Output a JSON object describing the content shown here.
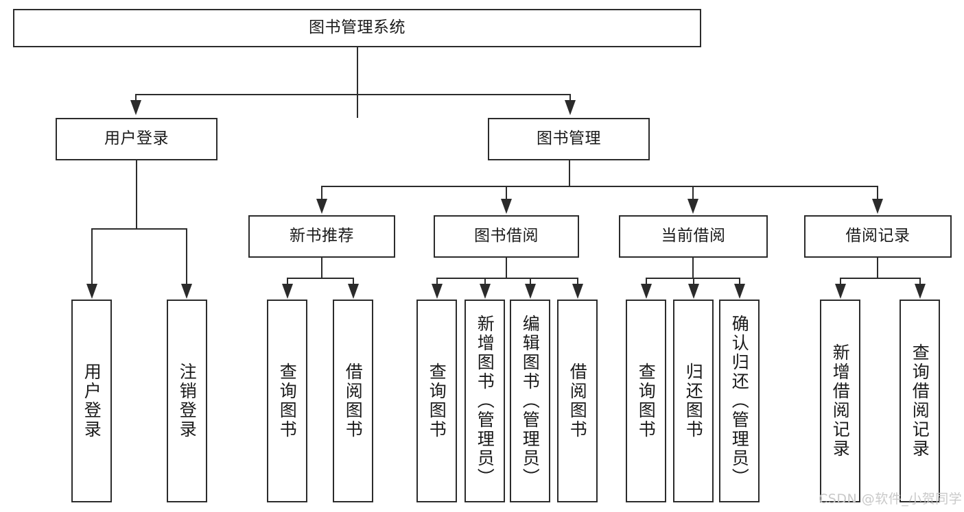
{
  "diagram": {
    "type": "tree-hierarchy-flowchart",
    "title": "图书管理系统",
    "root": {
      "label": "图书管理系统"
    },
    "level2": [
      {
        "id": "user-login",
        "label": "用户登录"
      },
      {
        "id": "book-management",
        "label": "图书管理"
      }
    ],
    "level3": [
      {
        "id": "new-book-recommend",
        "label": "新书推荐"
      },
      {
        "id": "book-borrow",
        "label": "图书借阅"
      },
      {
        "id": "current-borrow",
        "label": "当前借阅"
      },
      {
        "id": "borrow-record",
        "label": "借阅记录"
      }
    ],
    "leaves": [
      {
        "id": "leaf-user-login",
        "label": "用户登录",
        "parent": "user-login"
      },
      {
        "id": "leaf-logout-login",
        "label": "注销登录",
        "parent": "user-login"
      },
      {
        "id": "leaf-query-book-1",
        "label": "查询图书",
        "parent": "new-book-recommend"
      },
      {
        "id": "leaf-borrow-book-1",
        "label": "借阅图书",
        "parent": "new-book-recommend"
      },
      {
        "id": "leaf-query-book-2",
        "label": "查询图书",
        "parent": "book-borrow"
      },
      {
        "id": "leaf-add-book",
        "label": "新增图书（管理员）",
        "parent": "book-borrow"
      },
      {
        "id": "leaf-edit-book",
        "label": "编辑图书（管理员）",
        "parent": "book-borrow"
      },
      {
        "id": "leaf-borrow-book-2",
        "label": "借阅图书",
        "parent": "book-borrow"
      },
      {
        "id": "leaf-query-book-3",
        "label": "查询图书",
        "parent": "current-borrow"
      },
      {
        "id": "leaf-return-book",
        "label": "归还图书",
        "parent": "current-borrow"
      },
      {
        "id": "leaf-confirm-return",
        "label": "确认归还（管理员）",
        "parent": "current-borrow"
      },
      {
        "id": "leaf-add-record",
        "label": "新增借阅记录",
        "parent": "borrow-record"
      },
      {
        "id": "leaf-query-record",
        "label": "查询借阅记录",
        "parent": "borrow-record"
      }
    ],
    "watermark": "CSDN @软件_小贺同学",
    "colors": {
      "stroke": "#2b2b2b",
      "fill": "#ffffff",
      "text": "#1a1a1a",
      "watermark": "#c9c9c9"
    }
  }
}
